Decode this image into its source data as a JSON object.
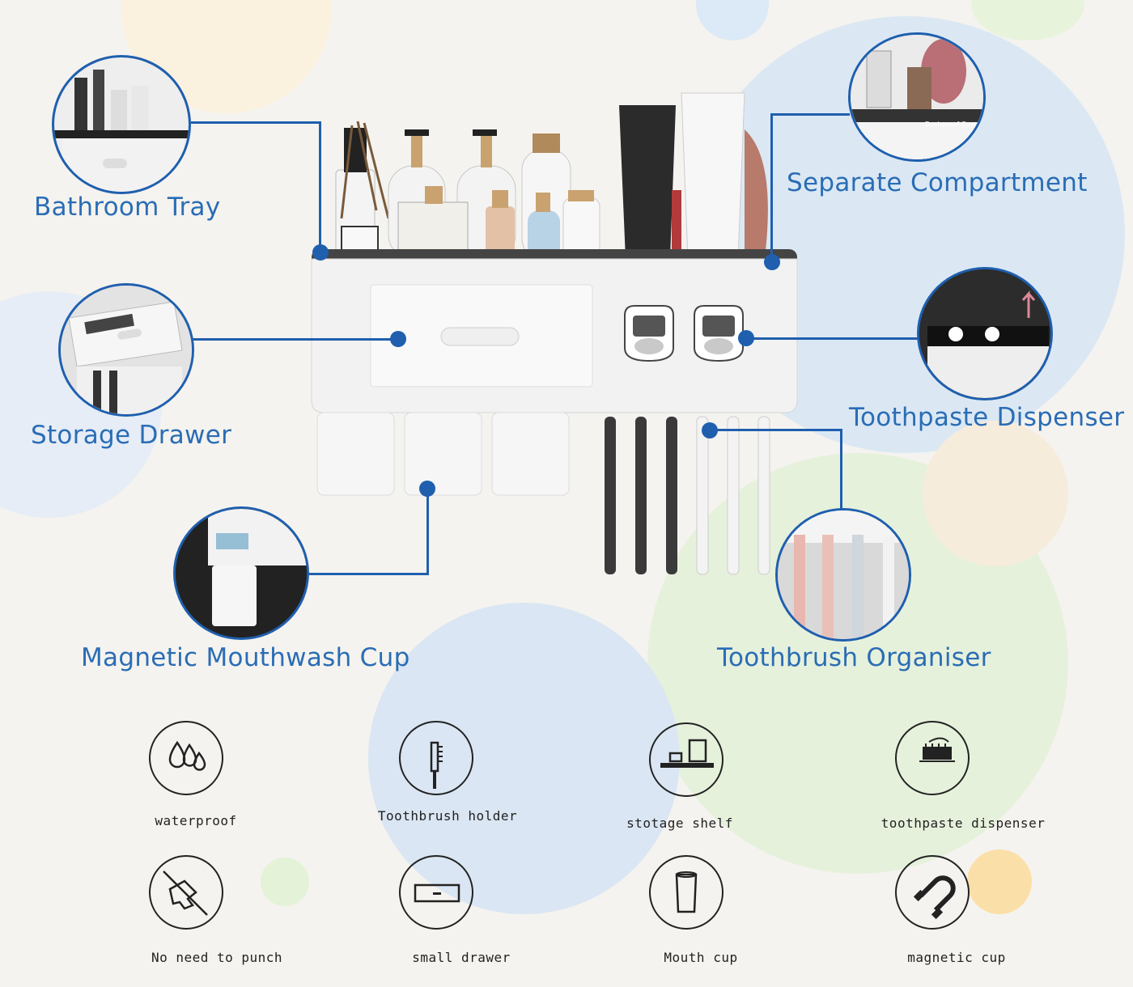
{
  "callouts": {
    "bathroom_tray": "Bathroom Tray",
    "separate_compartment": "Separate Compartment",
    "storage_drawer": "Storage Drawer",
    "toothpaste_dispenser": "Toothpaste Dispenser",
    "magnetic_mouthwash_cup": "Magnetic Mouthwash Cup",
    "toothbrush_organiser": "Toothbrush Organiser"
  },
  "inset_text": {
    "dust_proof_cover": "Dust-proof Cover"
  },
  "features": [
    {
      "label": "waterproof",
      "icon": "water-drops-icon"
    },
    {
      "label": "Toothbrush holder",
      "icon": "toothbrush-icon"
    },
    {
      "label": "stotage shelf",
      "icon": "shelf-icon"
    },
    {
      "label": "toothpaste dispenser",
      "icon": "toothpaste-dispenser-icon"
    },
    {
      "label": "No need to punch",
      "icon": "no-drill-icon"
    },
    {
      "label": "small drawer",
      "icon": "drawer-icon"
    },
    {
      "label": "Mouth cup",
      "icon": "cup-icon"
    },
    {
      "label": "magnetic cup",
      "icon": "magnet-icon"
    }
  ],
  "colors": {
    "accent": "#1f5fae",
    "label": "#2a6db5",
    "icon_stroke": "#222222"
  }
}
